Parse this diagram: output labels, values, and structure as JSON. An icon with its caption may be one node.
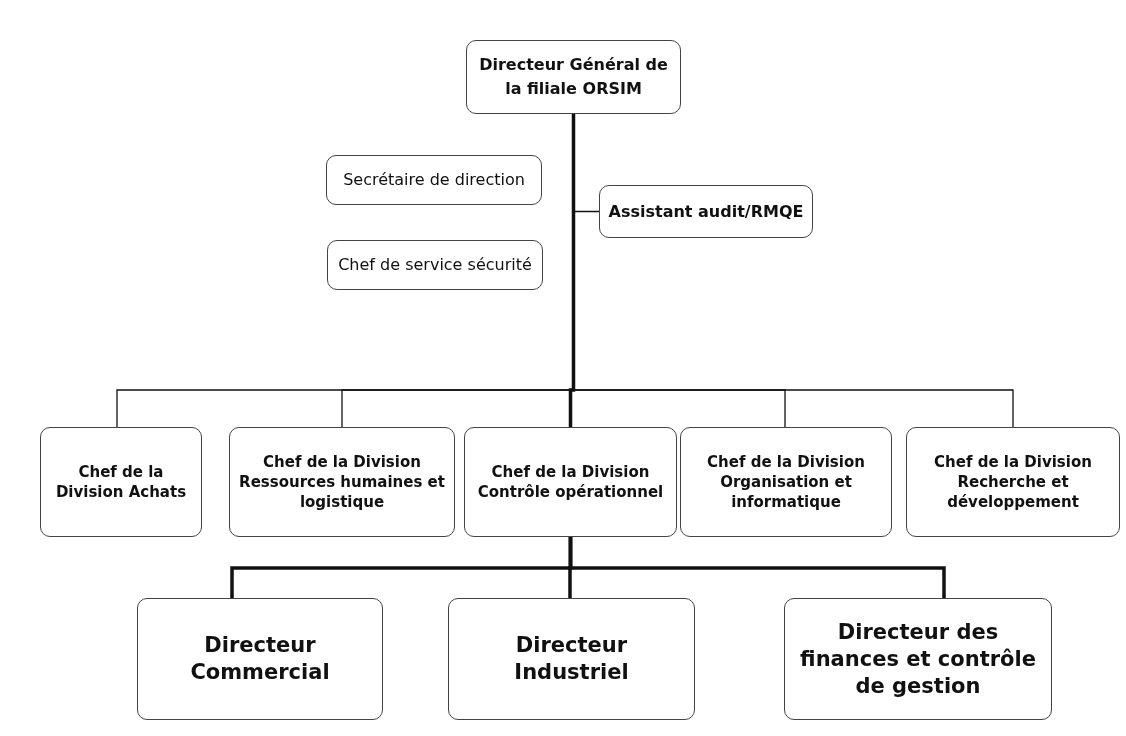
{
  "diagram": {
    "nodes": [
      {
        "text": [
          "Directeur Général de la filiale ORSIM"
        ]
      },
      {
        "text": [
          "Secrétaire de direction"
        ]
      },
      {
        "text": [
          "Chef de service sécurité"
        ]
      },
      {
        "text": [
          "Assistant audit/RMQE"
        ]
      },
      {
        "text": [
          "Chef de la Division Achats"
        ]
      },
      {
        "text": [
          "Chef de la Division Ressources humaines et logistique"
        ]
      },
      {
        "text": [
          "Chef de la Division Contrôle opérationnel"
        ]
      },
      {
        "text": [
          "Chef de la Division Organisation et informatique"
        ]
      },
      {
        "text": [
          "Chef de la Division Recherche et développement"
        ]
      },
      {
        "text": [
          "Directeur Commercial"
        ]
      },
      {
        "text": [
          "Directeur Industriel"
        ]
      },
      {
        "text": [
          "Directeur des finances et contrôle de gestion"
        ]
      }
    ],
    "edges": [
      {
        "from": 0,
        "to": 3,
        "arrow": "none"
      },
      {
        "from": 0,
        "to": 4,
        "arrow": "none"
      },
      {
        "from": 0,
        "to": 5,
        "arrow": "none"
      },
      {
        "from": 0,
        "to": 6,
        "arrow": "none",
        "style": "thick"
      },
      {
        "from": 0,
        "to": 7,
        "arrow": "none"
      },
      {
        "from": 0,
        "to": 8,
        "arrow": "none"
      },
      {
        "from": 6,
        "to": 9,
        "arrow": "none",
        "style": "thick"
      },
      {
        "from": 6,
        "to": 10,
        "arrow": "none",
        "style": "thick"
      },
      {
        "from": 6,
        "to": 11,
        "arrow": "none",
        "style": "thick"
      }
    ]
  }
}
